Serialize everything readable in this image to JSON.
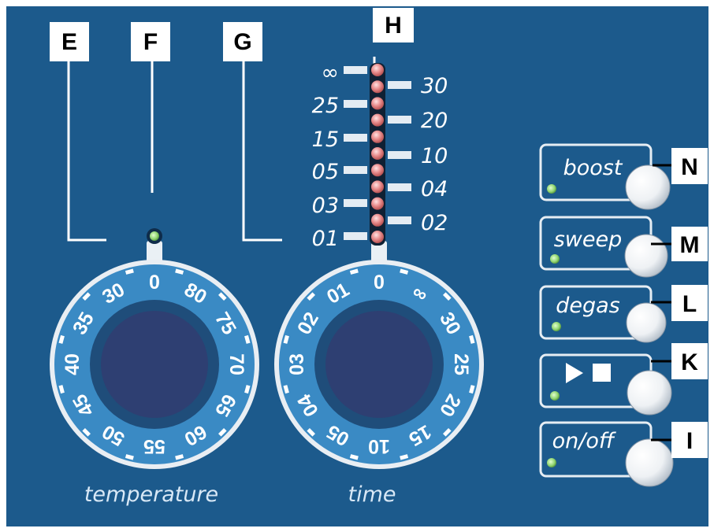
{
  "callouts": {
    "E": "E",
    "F": "F",
    "G": "G",
    "H": "H",
    "N": "N",
    "M": "M",
    "L": "L",
    "K": "K",
    "I": "I"
  },
  "timer_scale": {
    "left": [
      "∞",
      "25",
      "15",
      "05",
      "03",
      "01"
    ],
    "right": [
      "30",
      "20",
      "10",
      "04",
      "02"
    ]
  },
  "temperature_dial": {
    "caption": "temperature",
    "numbers": [
      "0",
      "80",
      "75",
      "70",
      "65",
      "60",
      "55",
      "50",
      "45",
      "40",
      "35",
      "30"
    ]
  },
  "time_dial": {
    "caption": "time",
    "numbers": [
      "0",
      "∞",
      "30",
      "25",
      "20",
      "15",
      "10",
      "05",
      "04",
      "03",
      "02",
      "01"
    ]
  },
  "buttons": [
    {
      "id": "boost",
      "label": "boost"
    },
    {
      "id": "sweep",
      "label": "sweep"
    },
    {
      "id": "degas",
      "label": "degas"
    },
    {
      "id": "start-stop",
      "label": ""
    },
    {
      "id": "on-off",
      "label": "on/off"
    }
  ],
  "colors": {
    "panel": "#1c5a8c",
    "dial_ring": "#3a8ac4",
    "dial_center": "#2e3f72",
    "led_green": "#8fd46e",
    "led_red": "#e88c8c"
  }
}
